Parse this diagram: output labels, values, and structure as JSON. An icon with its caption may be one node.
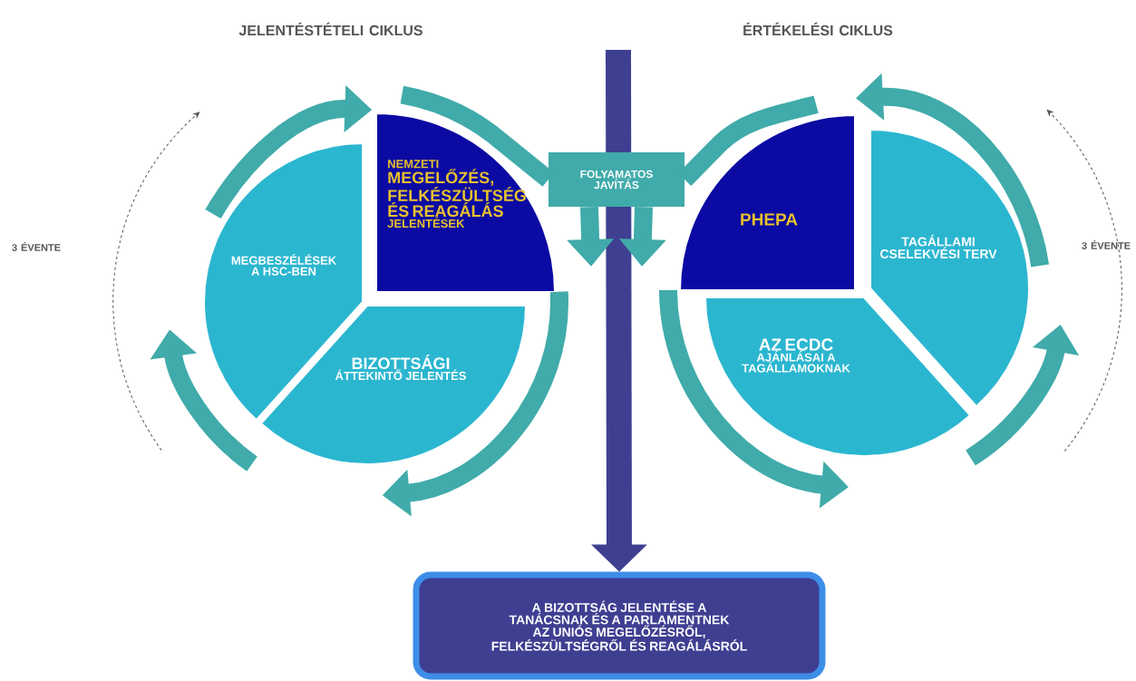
{
  "diagram": {
    "nodes": [
      {
        "text": [
          "MEGBESZÉLÉSEK A HSC-BEN"
        ]
      },
      {
        "text": [
          "NEMZETI",
          "MEGELŐZÉS, FELKÉSZÜLTSÉG ÉS REAGÁLÁS",
          "JELENTÉSEK"
        ]
      },
      {
        "text": [
          "BIZOTTSÁGI",
          "ÁTTEKINTŐ JELENTÉS"
        ]
      },
      {
        "text": [
          "FOLYAMATOS JAVÍTÁS"
        ]
      },
      {
        "text": [
          "PHEPA"
        ]
      },
      {
        "text": [
          "TAGÁLLAMI CSELEKVÉSI TERV"
        ]
      },
      {
        "text": [
          "AZ ECDC",
          "AJÁNLÁSAI A TAGÁLLAMOKNAK"
        ]
      },
      {
        "text": [
          "A BIZOTTSÁG JELENTÉSE A TANÁCSNAK ÉS A PARLAMENTNEK",
          "AZ UNIÓS MEGELŐZÉSRŐL, FELKÉSZÜLTSÉGRŐL ÉS REAGÁLÁSRÓL"
        ]
      }
    ],
    "edges": [
      {
        "from": 0,
        "to": 1,
        "arrow": "to"
      },
      {
        "from": 1,
        "to": 2,
        "arrow": "to"
      },
      {
        "from": 2,
        "to": 0,
        "arrow": "to"
      },
      {
        "from": 5,
        "to": 4,
        "arrow": "to"
      },
      {
        "from": 4,
        "to": 6,
        "arrow": "to"
      },
      {
        "from": 6,
        "to": 5,
        "arrow": "to"
      },
      {
        "from": 1,
        "to": 3,
        "arrow": "none"
      },
      {
        "from": 4,
        "to": 3,
        "arrow": "none"
      },
      {
        "from": 3,
        "to": null,
        "arrow": "to"
      },
      {
        "from": 3,
        "to": null,
        "arrow": "to"
      },
      {
        "from": null,
        "to": 7,
        "arrow": "to",
        "color": "#3f3f92"
      }
    ],
    "labels": [
      "JELENTÉSTÉTELI CIKLUS",
      "ÉRTÉKELÉSI CIKLUS",
      "3 ÉVENTE",
      "3 ÉVENTE"
    ]
  }
}
